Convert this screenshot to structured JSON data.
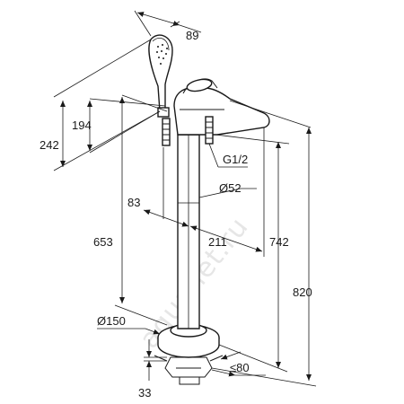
{
  "dimensions": {
    "d89": "89",
    "d194": "194",
    "d242": "242",
    "g12": "G1/2",
    "d52": "Ø52",
    "d83": "83",
    "d211": "211",
    "d653": "653",
    "d742": "742",
    "d820": "820",
    "d150": "Ø150",
    "d80": "≤80",
    "d33": "33"
  },
  "watermark": "aquanet.ru"
}
